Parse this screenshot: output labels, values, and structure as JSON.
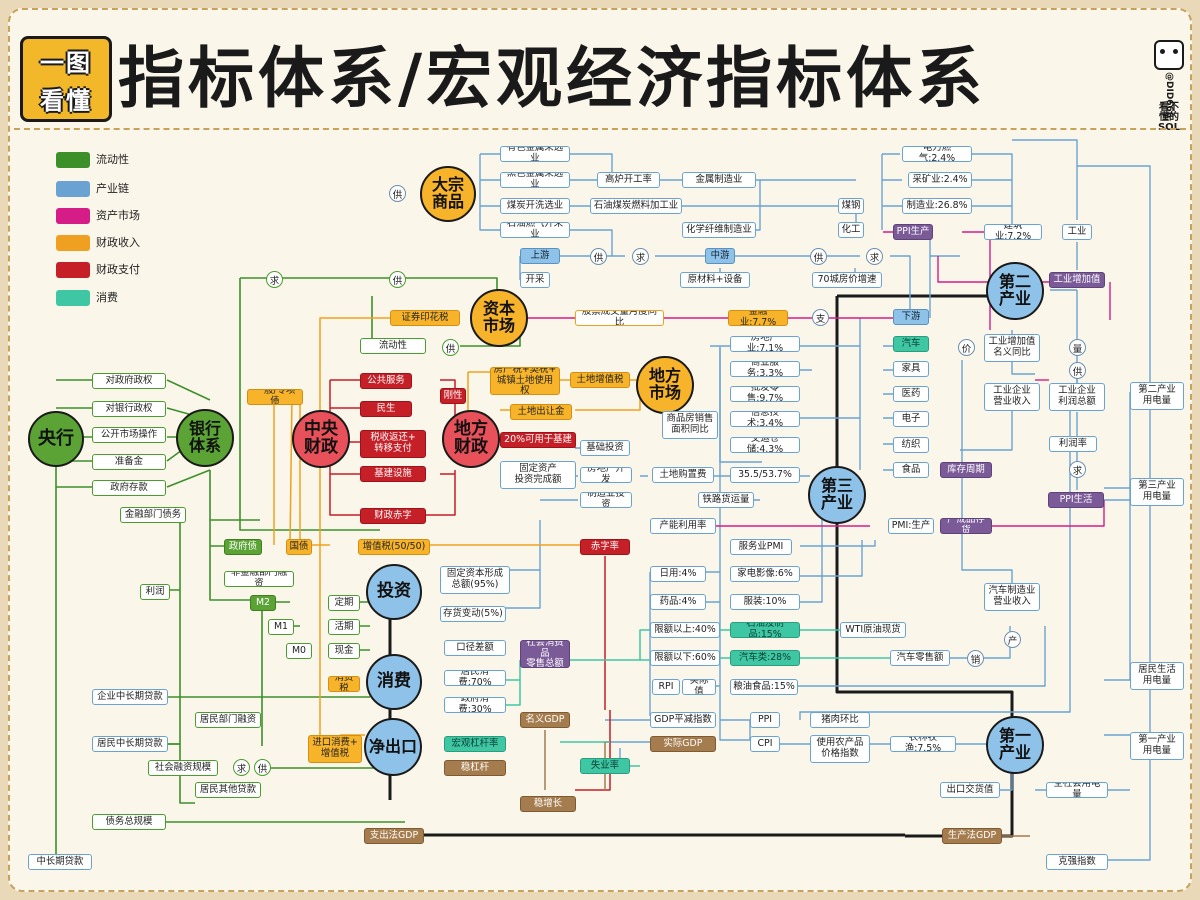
{
  "header": {
    "logo_top": "一图",
    "logo_bottom": "看懂",
    "title": "指标体系/宏观经济指标体系",
    "author_handle": "@DID666",
    "author_name_line1": "看不",
    "author_name_line2": "懂的",
    "author_name_line3": "SOL"
  },
  "legend": [
    {
      "label": "流动性",
      "color": "#3d8f2a"
    },
    {
      "label": "产业链",
      "color": "#6aa3d2"
    },
    {
      "label": "资产市场",
      "color": "#d61c86"
    },
    {
      "label": "财政收入",
      "color": "#f0a020"
    },
    {
      "label": "财政支付",
      "color": "#c51f27"
    },
    {
      "label": "消费",
      "color": "#3fc7a4"
    }
  ],
  "hubs": {
    "yanghang": "央行",
    "yinhang": "银行\n体系",
    "zhongyang": "中央\n财政",
    "difang_caizheng": "地方\n财政",
    "dazong": "大宗\n商品",
    "ziben": "资本\n市场",
    "difang_shichang": "地方\n市场",
    "touzi": "投资",
    "xiaofei": "消费",
    "jingchukou": "净出口",
    "di2": "第二\n产业",
    "di3": "第三\n产业",
    "di1": "第一\n产业"
  },
  "nodes": {
    "yousejinshu": "有色金属采选业",
    "heisejinshu": "黑色金属采选业",
    "gaolu": "高炉开工率",
    "jinshuzhizao": "金属制造业",
    "meitan": "煤炭开洗选业",
    "shiyoumeitan": "石油煤炭燃料加工业",
    "meigang": "煤钢",
    "shiyouqi": "石油燃气开采业",
    "huaxuexianwei": "化学纤维制造业",
    "huagong": "化工",
    "ppi_shengchan": "PPI生产",
    "shangyou": "上游",
    "zhongyou": "中游",
    "kaicai": "开采",
    "yuancailiao": "原材料+设备",
    "cheng70": "70城房价增速",
    "dianli": "电力燃气:2.4%",
    "caikuang": "采矿业:2.4%",
    "zhizaoye": "制造业:26.8%",
    "jianzhu": "建筑业:7.2%",
    "gongye": "工业",
    "gongyezengjiazhi": "工业增加值",
    "zhengquanyinhua": "证券印花税",
    "gupiao": "股票成交量月度同比",
    "jinrongye": "金融业:7.7%",
    "xiayou": "下游",
    "liudongxing": "流动性",
    "fangdichan": "房地产业:7.1%",
    "qiche": "汽车",
    "shangyefuwu": "商业服务:3.3%",
    "jiaju": "家具",
    "pifalingshou": "批发零售:9.7%",
    "yiyao": "医药",
    "xinxijishu": "信息技术:3.4%",
    "dianzi": "电子",
    "jiaoyun": "交运仓储:4.3%",
    "fangzhi": "纺织",
    "ratio": "35.5/53.7%",
    "shipin": "食品",
    "kucunzhouqi": "库存周期",
    "gongyezengjiazhi_mingyi": "工业增加值\n名义同比",
    "gongyeqiye_ying": "工业企业\n营业收入",
    "gongyeqiye_li": "工业企业\n利润总额",
    "lirunlv": "利润率",
    "ppi_shenghuo": "PPI生活",
    "di2_yongdian": "第二产业\n用电量",
    "di3_yongdian": "第三产业\n用电量",
    "duizhengfu": "对政府政权",
    "duiyinhang": "对银行政权",
    "gongkai": "公开市场操作",
    "zhunbeijin": "准备金",
    "zhengfucunkuan": "政府存款",
    "jinrongbumen": "金融部门债务",
    "gonggongfuwu": "公共服务",
    "minsheng": "民生",
    "shuishou": "税收返还+\n转移支付",
    "jijian": "基建设施",
    "caizhengchizi": "财政赤字",
    "gangxing": "刚性",
    "yiban": "一般/专项债",
    "fangchanshui": "房产税+契税+\n城镇土地使用权",
    "tudizengzhi": "土地增值税",
    "tudichurang": "土地出让金",
    "jijian20": "20%可用于基建",
    "jichutouzi": "基础投资",
    "gudingzichan": "固定资产\n投资完成额",
    "fangchankaifa": "房地产开发",
    "tudigouzhi": "土地购置费",
    "zhizaoyetouzi": "制造业投资",
    "shangpinfang": "商品房销售\n面积同比",
    "tieluhuoyun": "铁路货运量",
    "channeng": "产能利用率",
    "pmi_shengchan": "PMI:生产",
    "chanchengpin": "产成品存货",
    "zhengfuzhai": "政府债",
    "guozhai": "国债",
    "zengzhishui": "增值税(50/50)",
    "chizilv": "赤字率",
    "feijinrong": "非金融部门融资",
    "lirun": "利润",
    "m2": "M2",
    "m1": "M1",
    "m0": "M0",
    "dingqi": "定期",
    "huoqi": "活期",
    "xianjin": "现金",
    "gudingxingcheng": "固定资本形成\n总额(95%)",
    "cunhuo": "存货变动(5%)",
    "fuwuye_pmi": "服务业PMI",
    "riyong": "日用:4%",
    "jiadian": "家电影像:6%",
    "yaopin": "药品:4%",
    "fuzhuang": "服装:10%",
    "xianeyishang": "限额以上:40%",
    "shiyouzhipin": "石油及制品:15%",
    "wti": "WTI原油现货",
    "xianeyixia": "限额以下:60%",
    "qicheleilv": "汽车类:28%",
    "qichelingshou": "汽车零售额",
    "qichezhizao": "汽车制造业\n营业收入",
    "kouying": "口径差额",
    "shehuixiaofei": "社会消费品\n零售总额",
    "jumin": "居民消费:70%",
    "zhengfu": "政府消费:30%",
    "xiaofeishui": "消费税",
    "rpi": "RPI",
    "shijizhi": "实际值",
    "liangyou": "粮油食品:15%",
    "jumin_shenghuo": "居民生活\n用电量",
    "qiyezhongchang": "企业中长期贷款",
    "juminzhongchang": "居民中长期贷款",
    "juminbumen": "居民部门融资",
    "jinkou": "进口消费+\n增值税",
    "mingyi": "名义GDP",
    "gdp_pingjian": "GDP平减指数",
    "ppi": "PPI",
    "zhurou": "猪肉环比",
    "cpi": "CPI",
    "nongchanpin": "使用农产品\n价格指数",
    "nonglin": "农林牧渔:7.5%",
    "hongguan": "宏观杠杆率",
    "shiji_gdp": "实际GDP",
    "wengganggan": "稳杠杆",
    "shiyelv": "失业率",
    "di1_yongdian": "第一产业\n用电量",
    "shehuirongzi": "社会融资规模",
    "juminqita": "居民其他贷款",
    "chukoujiao": "出口交货值",
    "quanshehui": "全社会用电量",
    "zhaiwu": "债务总规模",
    "wenzengzhang": "稳增长",
    "zhichufa": "支出法GDP",
    "shengchanfa": "生产法GDP",
    "zhongchangqi": "中长期贷款",
    "keqiang": "克强指数"
  },
  "tags": {
    "gong": "供",
    "qiu": "求",
    "zhi": "支",
    "jia": "价",
    "liang": "量",
    "chan": "产",
    "xiao": "销"
  }
}
